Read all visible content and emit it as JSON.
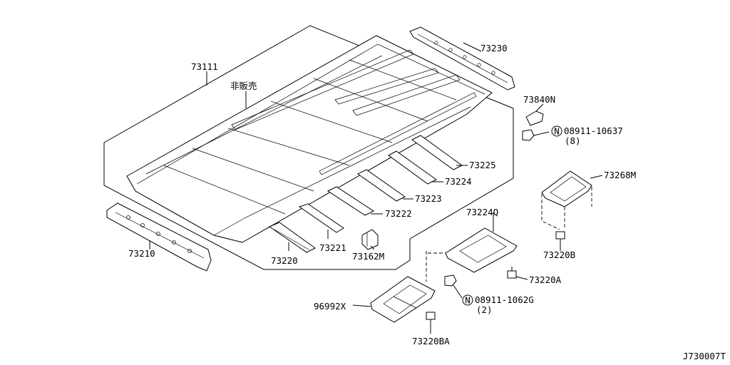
{
  "diagram": {
    "code": "J730007T",
    "labels": {
      "p73111": "73111",
      "p_not_for_sale": "非販売",
      "p73230": "73230",
      "p73840N": "73840N",
      "p08911_10637": "08911-10637",
      "p08911_10637_qty": "(8)",
      "p73225": "73225",
      "p73224": "73224",
      "p73223": "73223",
      "p73222": "73222",
      "p73221": "73221",
      "p73220": "73220",
      "p73162M": "73162M",
      "p73210": "73210",
      "p73268M": "73268M",
      "p73220B": "73220B",
      "p73224Q": "73224Q",
      "p73220A": "73220A",
      "p08911_1062G": "08911-1062G",
      "p08911_1062G_qty": "(2)",
      "p96992X": "96992X",
      "p73220BA": "73220BA"
    },
    "nut_symbol": "N"
  }
}
